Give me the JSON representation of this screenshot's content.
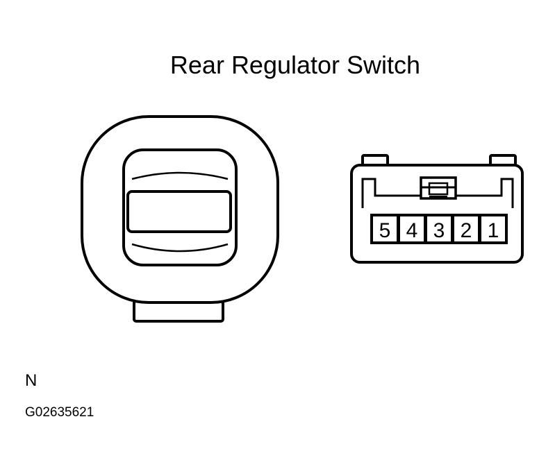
{
  "title": "Rear Regulator Switch",
  "connector": {
    "pins": [
      "5",
      "4",
      "3",
      "2",
      "1"
    ]
  },
  "marker": "N",
  "figure_code": "G02635621"
}
